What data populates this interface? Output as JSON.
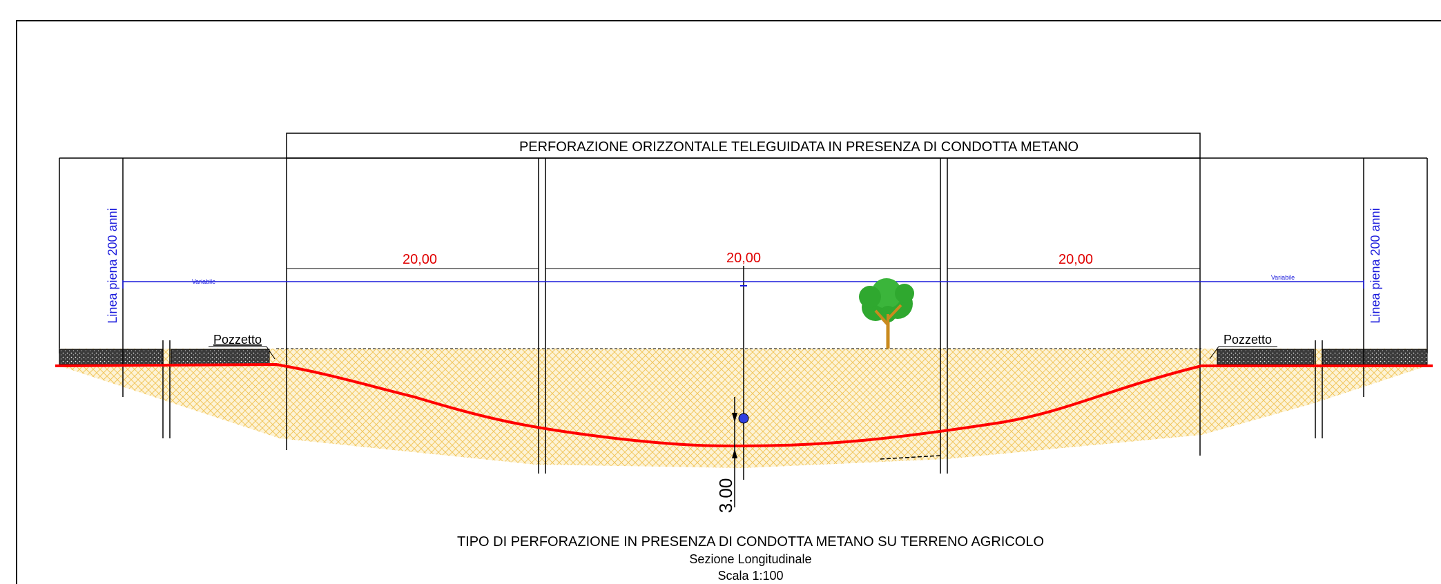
{
  "drawing": {
    "header_title": "PERFORAZIONE ORIZZONTALE TELEGUIDATA IN PRESENZA DI CONDOTTA METANO",
    "dimensions": {
      "left_span": "20,00",
      "center_span": "20,00",
      "right_span": "20,00",
      "depth": "3.00"
    },
    "variable_left": "Variabile",
    "variable_right": "Variabile",
    "flood_line_left": "Linea piena 200 anni",
    "flood_line_right": "Linea piena 200 anni",
    "pit_left": "Pozzetto",
    "pit_right": "Pozzetto",
    "caption": {
      "line1": "TIPO DI PERFORAZIONE IN PRESENZA DI CONDOTTA METANO SU TERRENO AGRICOLO",
      "line2": "Sezione Longitudinale",
      "line3": "Scala 1:100"
    },
    "colors": {
      "frame": "#000000",
      "dimension_text": "#e00000",
      "drill_path": "#ff0000",
      "flood_level": "#1a1adc",
      "soil_fill": "#f6d680",
      "gas_pipe": "#2f3fe0",
      "tree_foliage": "#2fa82f",
      "tree_trunk": "#c98a1e"
    }
  }
}
